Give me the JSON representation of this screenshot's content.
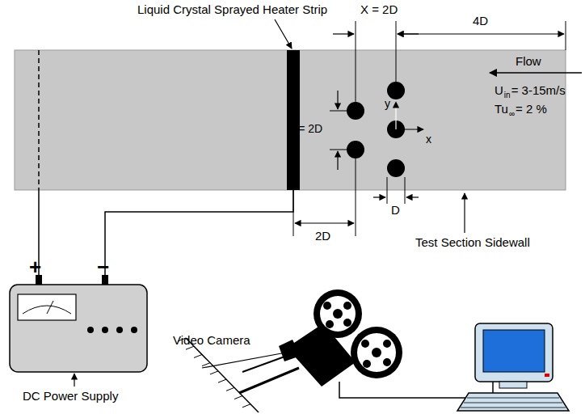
{
  "diagram": {
    "labels": [
      "Liquid Crystal Sprayed Heater Strip",
      "X = 2D",
      "4D",
      "S = 2D",
      "y",
      "x",
      "Flow",
      "U",
      "in",
      "= 3-15m/s",
      "Tu",
      "∞",
      "= 2 %",
      "D",
      "2D",
      "Test Section Sidewall",
      "+",
      "−",
      "DC Power Supply",
      "Video Camera"
    ]
  }
}
